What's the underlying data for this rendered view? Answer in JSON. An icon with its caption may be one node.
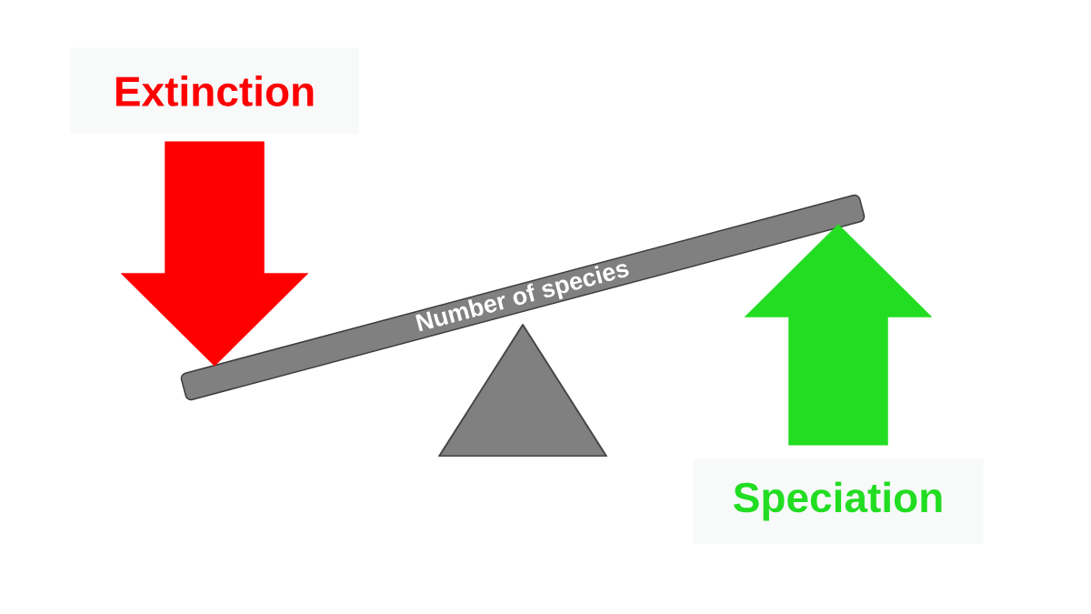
{
  "diagram": {
    "nodes": [
      {
        "text": [
          "Extinction"
        ]
      },
      {
        "text": [
          "Number of species"
        ]
      },
      {
        "text": [
          "Speciation"
        ]
      },
      {
        "text": [],
        "shape": "triangle"
      }
    ],
    "edges": [
      {
        "from": 0,
        "to": 1,
        "arrow": "to",
        "style": "thick",
        "color": "#ff0000"
      },
      {
        "from": 2,
        "to": 1,
        "arrow": "to",
        "style": "thick",
        "color": "#22dd22"
      }
    ]
  }
}
